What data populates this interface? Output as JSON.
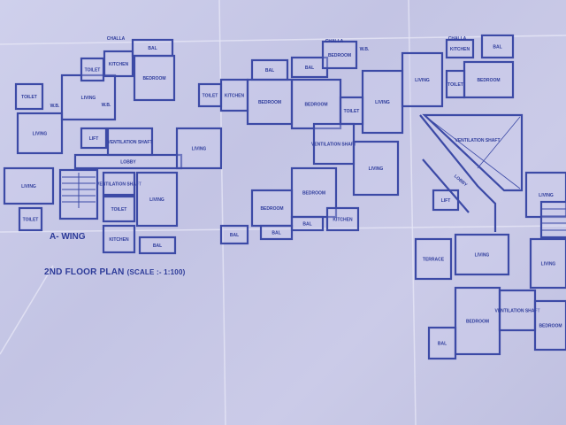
{
  "title": "2ND FLOOR PLAN",
  "scale": "(SCALE :- 1:100)",
  "wing_label": "A- WING",
  "rooms": [
    "TOILET",
    "LIVING",
    "LIVING",
    "KITCHEN",
    "BEDROOM",
    "TOILET",
    "BAL",
    "LIFT",
    "VENTILATION SHAFT",
    "LOBBY",
    "LIVING",
    "VENTILATION SHAFT",
    "TOILET",
    "LIVING",
    "KITCHEN",
    "BAL",
    "TOILET",
    "LIVING",
    "TOILET",
    "KITCHEN",
    "BAL",
    "BAL",
    "BEDROOM",
    "BEDROOM",
    "BEDROOM",
    "LIVING",
    "TOILET",
    "VENTILATION SHAFT",
    "BEDROOM",
    "LIVING",
    "BEDROOM",
    "BAL",
    "KITCHEN",
    "BAL",
    "BAL",
    "LIVING",
    "BEDROOM",
    "TOILET",
    "KITCHEN",
    "BAL",
    "LIFT",
    "LIVING",
    "TERRACE",
    "LIVING",
    "BEDROOM",
    "VENTILATION SHAFT",
    "BAL",
    "LIVING",
    "BEDROOM"
  ],
  "small_labels": [
    "CHALLA",
    "CHALLA",
    "CHALLA",
    "W.B.",
    "W.B.",
    "W.B."
  ],
  "diagonal_labels": {
    "shaft": "VENTILATION SHAFT",
    "lobby": "LOBBY"
  }
}
